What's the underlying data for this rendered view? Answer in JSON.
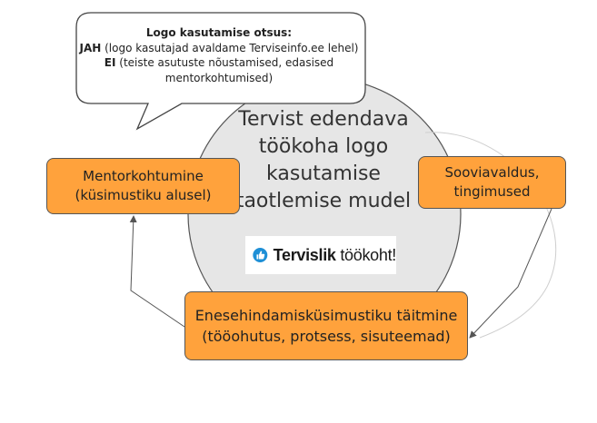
{
  "callout": {
    "heading": "Logo kasutamise otsus:",
    "yes_key": "JAH",
    "yes_text": " (logo kasutajad avaldame Terviseinfo.ee lehel)",
    "no_key": "EI",
    "no_text": " (teiste asutuste nõustamised, edasised mentorkohtumised)"
  },
  "center": {
    "title_lines": [
      "Tervist edendava",
      "töökoha logo",
      "kasutamise",
      "taotlemise mudel"
    ],
    "logo_text_bold": "Tervislik",
    "logo_text_light": " töökoht!"
  },
  "steps": {
    "mentor": [
      "Mentorkohtumine",
      "(küsimustiku alusel)"
    ],
    "wish": [
      "Sooviavaldus,",
      "tingimused"
    ],
    "self": [
      "Enesehindamisküsimustiku täitmine",
      "(tööohutus, protsess, sisuteemad)"
    ]
  },
  "colors": {
    "box_fill": "#ffa23c",
    "circle_fill": "#e6e6e6",
    "logo_accent": "#1e8fd6"
  }
}
